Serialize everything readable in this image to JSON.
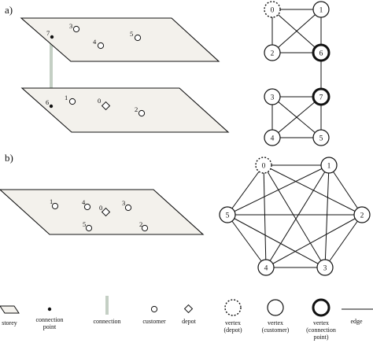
{
  "panel_a": {
    "label": "a)",
    "upper_storey": {
      "customers": [
        {
          "label": "3",
          "kind": "customer"
        },
        {
          "label": "4",
          "kind": "customer"
        },
        {
          "label": "5",
          "kind": "customer"
        }
      ],
      "connection_label": "7"
    },
    "lower_storey": {
      "customers": [
        {
          "label": "1",
          "kind": "customer"
        },
        {
          "label": "2",
          "kind": "customer"
        }
      ],
      "depot_label": "0",
      "connection_label": "6"
    },
    "graph_top": {
      "vertices": [
        {
          "label": "0",
          "kind": "depot"
        },
        {
          "label": "1",
          "kind": "customer"
        },
        {
          "label": "2",
          "kind": "customer"
        },
        {
          "label": "6",
          "kind": "connection"
        }
      ]
    },
    "graph_bottom": {
      "vertices": [
        {
          "label": "3",
          "kind": "customer"
        },
        {
          "label": "7",
          "kind": "connection"
        },
        {
          "label": "4",
          "kind": "customer"
        },
        {
          "label": "5",
          "kind": "customer"
        }
      ]
    }
  },
  "panel_b": {
    "label": "b)",
    "storey": {
      "customers": [
        {
          "label": "1"
        },
        {
          "label": "4"
        },
        {
          "label": "3"
        },
        {
          "label": "5"
        },
        {
          "label": "2"
        }
      ],
      "depot_label": "0"
    },
    "graph": {
      "vertices": [
        {
          "label": "0",
          "kind": "depot"
        },
        {
          "label": "1",
          "kind": "customer"
        },
        {
          "label": "2",
          "kind": "customer"
        },
        {
          "label": "3",
          "kind": "customer"
        },
        {
          "label": "4",
          "kind": "customer"
        },
        {
          "label": "5",
          "kind": "customer"
        }
      ]
    }
  },
  "legend": [
    {
      "name": "storey",
      "lines": [
        "storey"
      ]
    },
    {
      "name": "connection-point",
      "lines": [
        "connection",
        "point"
      ]
    },
    {
      "name": "connection",
      "lines": [
        "connection"
      ]
    },
    {
      "name": "customer",
      "lines": [
        "customer"
      ]
    },
    {
      "name": "depot",
      "lines": [
        "depot"
      ]
    },
    {
      "name": "vertex-depot",
      "lines": [
        "vertex",
        "(depot)"
      ]
    },
    {
      "name": "vertex-customer",
      "lines": [
        "vertex",
        "(customer)"
      ]
    },
    {
      "name": "vertex-connection-point",
      "lines": [
        "vertex",
        "(connection",
        "point)"
      ]
    },
    {
      "name": "edge",
      "lines": [
        "edge"
      ]
    }
  ]
}
